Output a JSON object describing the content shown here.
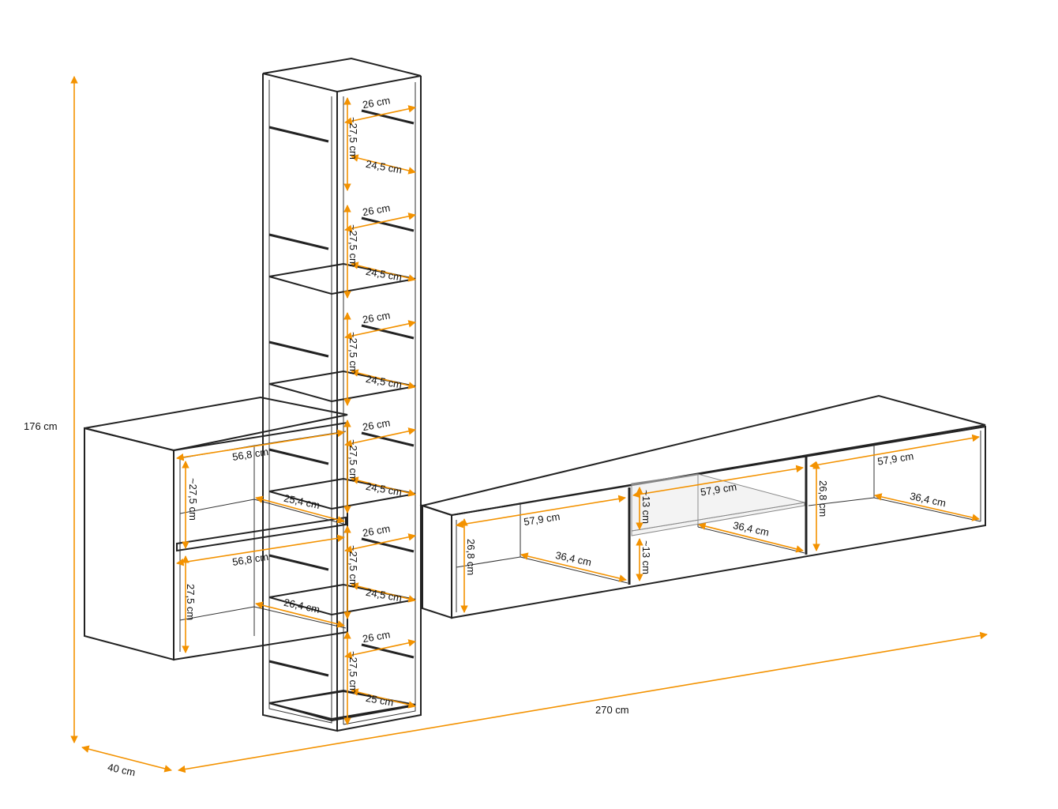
{
  "overall": {
    "height": "176 cm",
    "depth": "40 cm",
    "width": "270 cm"
  },
  "tower": {
    "width_labels": [
      "26 cm",
      "26 cm",
      "26 cm",
      "26 cm",
      "26 cm",
      "26 cm"
    ],
    "height_labels": [
      "~27,5 cm",
      "~27,5 cm",
      "~27,5 cm",
      "~27,5 cm",
      "~27,5 cm",
      "~27,5 cm"
    ],
    "depth_labels": [
      "24,5 cm",
      "24,5 cm",
      "24,5 cm",
      "24,5 cm",
      "24,5 cm",
      "25 cm"
    ]
  },
  "left_cabinet": {
    "width_top": "56,8 cm",
    "width_bottom": "56,8 cm",
    "height_top": "~27,5 cm",
    "height_bottom": "27,5 cm",
    "depth_top": "25,4 cm",
    "depth_bottom": "26,4 cm"
  },
  "lowboard": {
    "width_labels": [
      "57,9 cm",
      "57,9 cm",
      "57,9 cm"
    ],
    "depth_labels": [
      "36,4 cm",
      "36,4 cm",
      "36,4 cm"
    ],
    "height_labels": [
      "26,8 cm",
      "26,8 cm"
    ],
    "glass_heights": [
      "~13 cm",
      "~13 cm"
    ]
  },
  "colors": {
    "dimension": "#f39200",
    "outline": "#222222"
  }
}
